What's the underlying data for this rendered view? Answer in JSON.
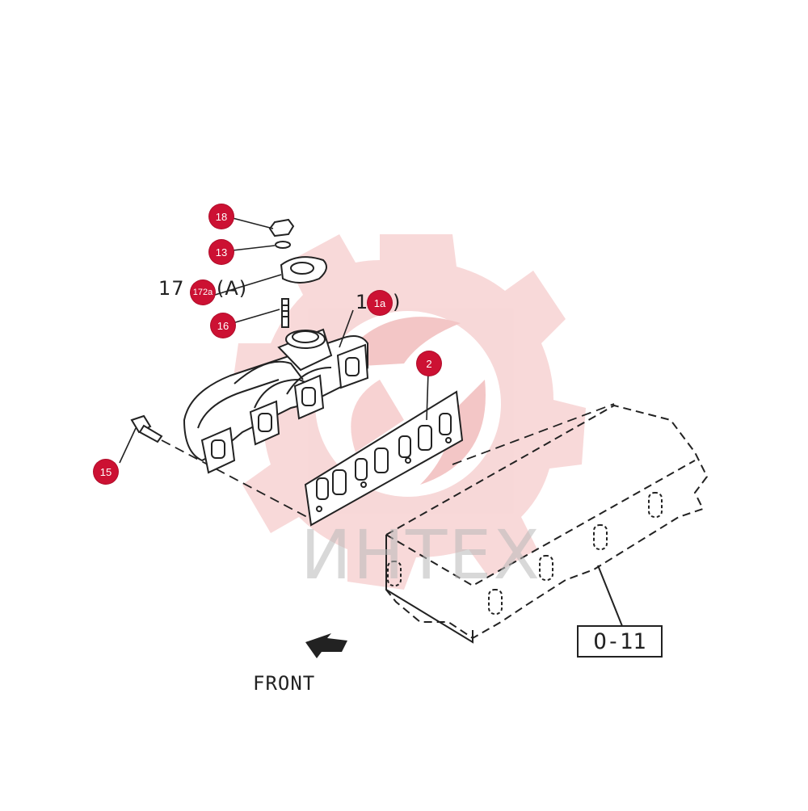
{
  "callouts": [
    {
      "id": "c18",
      "label": "18"
    },
    {
      "id": "c13",
      "label": "13"
    },
    {
      "id": "c172a",
      "label": "172a"
    },
    {
      "id": "c16",
      "label": "16"
    },
    {
      "id": "c1a",
      "label": "1a"
    },
    {
      "id": "c2",
      "label": "2"
    },
    {
      "id": "c15",
      "label": "15"
    }
  ],
  "legacy_labels": {
    "label_172_prefix": "17",
    "label_172_suffix": "(A)",
    "label_1_prefix": "1",
    "label_1_suffix": ")"
  },
  "reference_box": "O-11",
  "direction_label": "FRONT",
  "watermark": {
    "text": "ИНТЕХ",
    "gear_icon": "gear-icon"
  },
  "colors": {
    "callout": "#cc1133",
    "watermark_gear": "#f2c4c4",
    "line": "#222222"
  }
}
